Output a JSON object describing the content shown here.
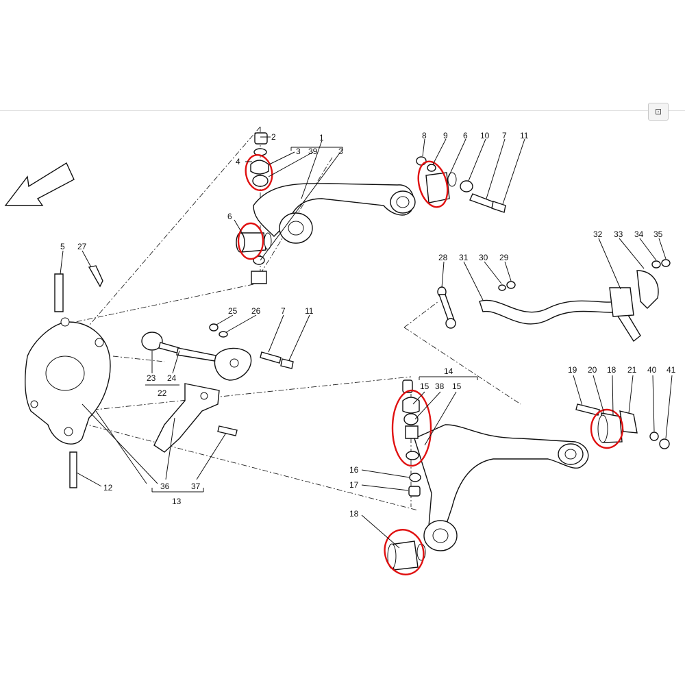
{
  "diagram": {
    "callouts": [
      "1",
      "2",
      "3",
      "39",
      "3",
      "4",
      "6",
      "8",
      "9",
      "6",
      "10",
      "7",
      "11",
      "5",
      "27",
      "25",
      "26",
      "7",
      "11",
      "23",
      "24",
      "22",
      "28",
      "31",
      "30",
      "29",
      "32",
      "33",
      "34",
      "35",
      "14",
      "15",
      "38",
      "15",
      "19",
      "20",
      "18",
      "21",
      "40",
      "41",
      "16",
      "17",
      "18",
      "12",
      "36",
      "37",
      "13"
    ],
    "highlight_color": "#e01010",
    "corner_button_glyph": "⊡"
  }
}
